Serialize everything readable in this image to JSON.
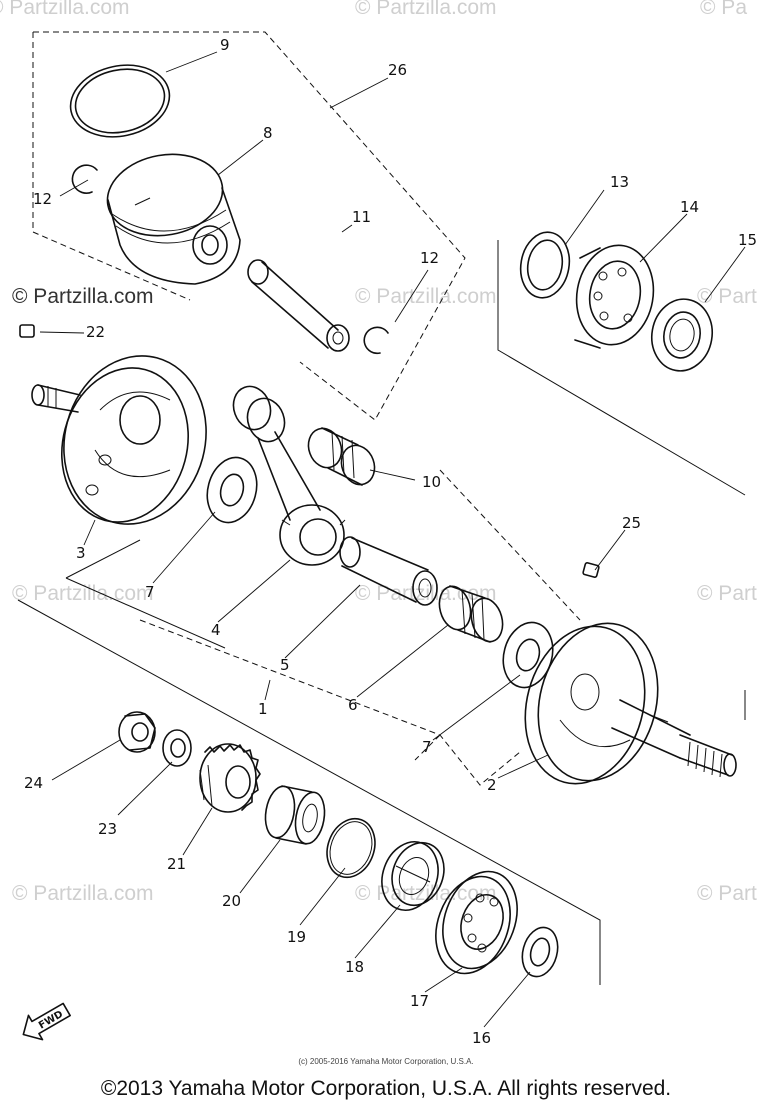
{
  "watermark": {
    "text": "© Partzilla.com",
    "text_short": "© Partzilla.com",
    "edge_fragment": "© Part",
    "edge_fragment_top": "© Pa"
  },
  "fwd_label": "FWD",
  "footer": {
    "small_copyright": "(c) 2005-2016 Yamaha Motor Corporation, U.S.A.",
    "main_copyright": "©2013 Yamaha Motor Corporation, U.S.A. All rights reserved."
  },
  "callouts": {
    "c1": "1",
    "c2": "2",
    "c3": "3",
    "c4": "4",
    "c5": "5",
    "c6": "6",
    "c7a": "7",
    "c7b": "7",
    "c8": "8",
    "c9": "9",
    "c10": "10",
    "c11": "11",
    "c12a": "12",
    "c12b": "12",
    "c13": "13",
    "c14": "14",
    "c15": "15",
    "c16": "16",
    "c17": "17",
    "c18": "18",
    "c19": "19",
    "c20": "20",
    "c21": "21",
    "c22": "22",
    "c23": "23",
    "c24": "24",
    "c25": "25",
    "c26": "26"
  }
}
